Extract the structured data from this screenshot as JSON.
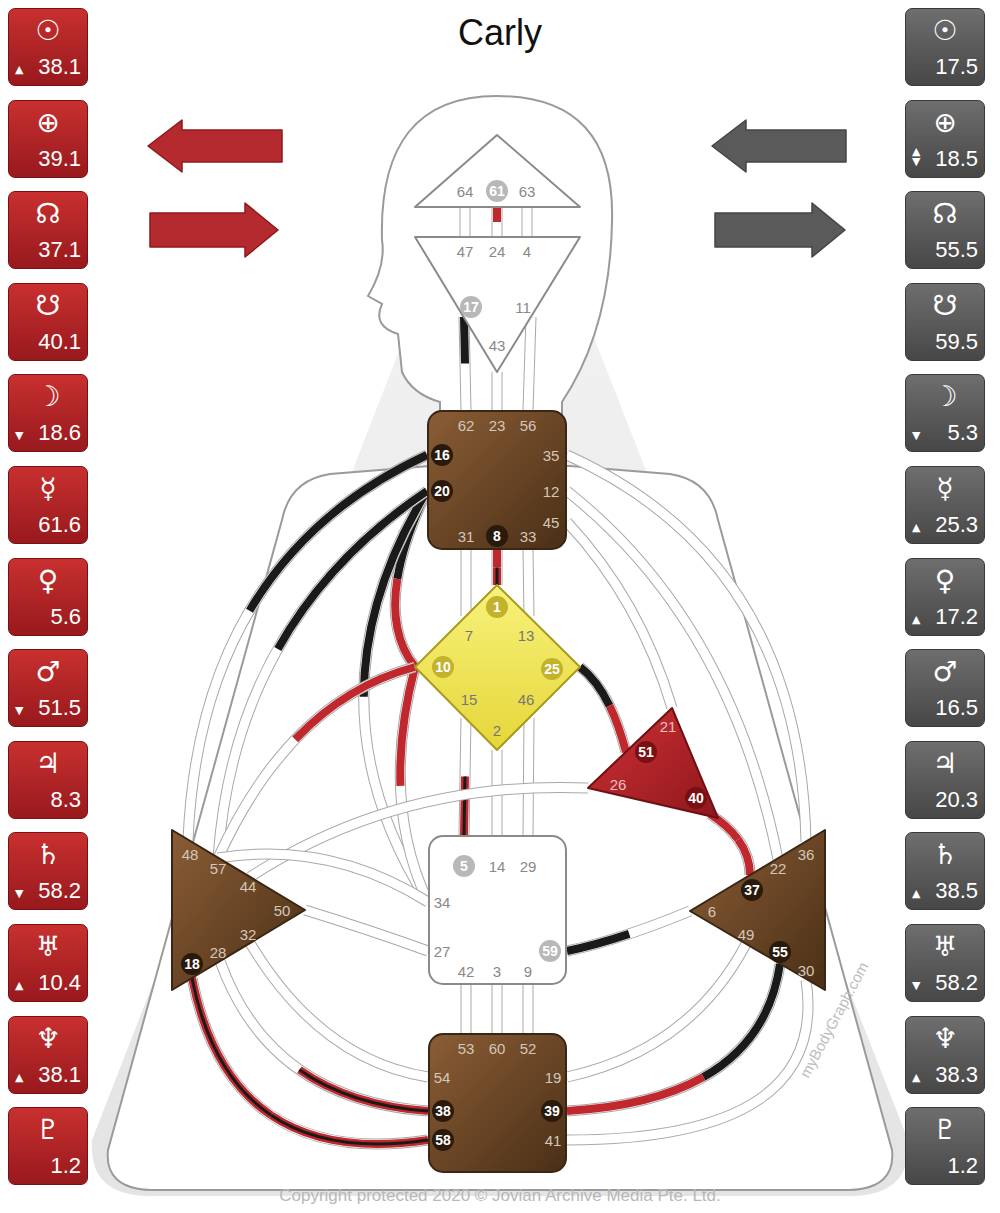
{
  "diagram": {
    "title": "Carly",
    "caption": "Copyright protected 2020 © Jovian Archive Media Pte. Ltd.",
    "nodes": [
      {
        "text": [
          "☉",
          "▲",
          "38.1"
        ]
      },
      {
        "text": [
          "⊕",
          "39.1"
        ]
      },
      {
        "text": [
          "☊",
          "37.1"
        ]
      },
      {
        "text": [
          "☋",
          "40.1"
        ]
      },
      {
        "text": [
          "☽",
          "▼",
          "18.6"
        ]
      },
      {
        "text": [
          "☿",
          "61.6"
        ]
      },
      {
        "text": [
          "♀",
          "5.6"
        ]
      },
      {
        "text": [
          "♂",
          "▼",
          "51.5"
        ]
      },
      {
        "text": [
          "♃",
          "8.3"
        ]
      },
      {
        "text": [
          "♄",
          "▼",
          "58.2"
        ]
      },
      {
        "text": [
          "♅",
          "▲",
          "10.4"
        ]
      },
      {
        "text": [
          "♆",
          "▲",
          "38.1"
        ]
      },
      {
        "text": [
          "♇",
          "1.2"
        ]
      },
      {
        "text": [
          "64",
          "61",
          "63"
        ]
      },
      {
        "text": [
          "47",
          "24",
          "4",
          "17",
          "11",
          "43"
        ]
      },
      {
        "text": [
          "62",
          "23",
          "56",
          "16",
          "35",
          "20",
          "12",
          "45",
          "31",
          "8",
          "33"
        ]
      },
      {
        "text": [
          "1",
          "7",
          "13",
          "10",
          "25",
          "15",
          "46",
          "2"
        ]
      },
      {
        "text": [
          "21",
          "51",
          "26",
          "40"
        ]
      },
      {
        "text": [
          "48",
          "57",
          "44",
          "50",
          "32",
          "28",
          "18"
        ]
      },
      {
        "text": [
          "5",
          "14",
          "29",
          "34",
          "27",
          "59",
          "42",
          "3",
          "9"
        ]
      },
      {
        "text": [
          "36",
          "22",
          "37",
          "6",
          "49",
          "55",
          "30"
        ]
      },
      {
        "text": [
          "53",
          "60",
          "52",
          "54",
          "19",
          "38",
          "39",
          "58",
          "41"
        ]
      },
      {
        "text": [
          "☉",
          "17.5"
        ]
      },
      {
        "text": [
          "⊕",
          "▲▼",
          "18.5"
        ]
      },
      {
        "text": [
          "☊",
          "55.5"
        ]
      },
      {
        "text": [
          "☋",
          "59.5"
        ]
      },
      {
        "text": [
          "☽",
          "▼",
          "5.3"
        ]
      },
      {
        "text": [
          "☿",
          "▲",
          "25.3"
        ]
      },
      {
        "text": [
          "♀",
          "▲",
          "17.2"
        ]
      },
      {
        "text": [
          "♂",
          "16.5"
        ]
      },
      {
        "text": [
          "♃",
          "20.3"
        ]
      },
      {
        "text": [
          "♄",
          "▲",
          "38.5"
        ]
      },
      {
        "text": [
          "♅",
          "▼",
          "58.2"
        ]
      },
      {
        "text": [
          "♆",
          "▲",
          "38.3"
        ]
      },
      {
        "text": [
          "♇",
          "1.2"
        ]
      }
    ],
    "edges": [
      {
        "from": 13,
        "to": 14,
        "arrow": "none"
      },
      {
        "from": 13,
        "to": 14,
        "arrow": "none"
      },
      {
        "from": 13,
        "to": 14,
        "arrow": "none"
      },
      {
        "from": 14,
        "to": 15,
        "arrow": "none"
      },
      {
        "from": 14,
        "to": 15,
        "arrow": "none"
      },
      {
        "from": 14,
        "to": 15,
        "arrow": "none"
      },
      {
        "from": 15,
        "to": 16,
        "arrow": "none"
      },
      {
        "from": 15,
        "to": 16,
        "arrow": "none"
      },
      {
        "from": 15,
        "to": 16,
        "arrow": "none"
      },
      {
        "from": 15,
        "to": 16,
        "arrow": "none"
      },
      {
        "from": 15,
        "to": 19,
        "arrow": "none"
      },
      {
        "from": 15,
        "to": 18,
        "arrow": "none"
      },
      {
        "from": 15,
        "to": 18,
        "arrow": "none"
      },
      {
        "from": 15,
        "to": 20,
        "arrow": "none"
      },
      {
        "from": 15,
        "to": 20,
        "arrow": "none"
      },
      {
        "from": 15,
        "to": 17,
        "arrow": "none"
      },
      {
        "from": 16,
        "to": 19,
        "arrow": "none"
      },
      {
        "from": 16,
        "to": 18,
        "arrow": "none"
      },
      {
        "from": 16,
        "to": 17,
        "arrow": "none"
      },
      {
        "from": 16,
        "to": 19,
        "arrow": "none"
      },
      {
        "from": 16,
        "to": 19,
        "arrow": "none"
      },
      {
        "from": 16,
        "to": 19,
        "arrow": "none"
      },
      {
        "from": 17,
        "to": 18,
        "arrow": "none"
      },
      {
        "from": 17,
        "to": 20,
        "arrow": "none"
      },
      {
        "from": 19,
        "to": 18,
        "arrow": "none"
      },
      {
        "from": 19,
        "to": 18,
        "arrow": "none"
      },
      {
        "from": 19,
        "to": 20,
        "arrow": "none"
      },
      {
        "from": 19,
        "to": 21,
        "arrow": "none"
      },
      {
        "from": 19,
        "to": 21,
        "arrow": "none"
      },
      {
        "from": 19,
        "to": 21,
        "arrow": "none"
      },
      {
        "from": 21,
        "to": 20,
        "arrow": "none"
      },
      {
        "from": 21,
        "to": 20,
        "arrow": "none"
      },
      {
        "from": 21,
        "to": 20,
        "arrow": "none"
      },
      {
        "from": 21,
        "to": 18,
        "arrow": "none"
      },
      {
        "from": 18,
        "to": 21,
        "arrow": "none"
      },
      {
        "from": 18,
        "to": 21,
        "arrow": "none"
      }
    ],
    "labels": [
      "myBodyGraph.com"
    ]
  }
}
